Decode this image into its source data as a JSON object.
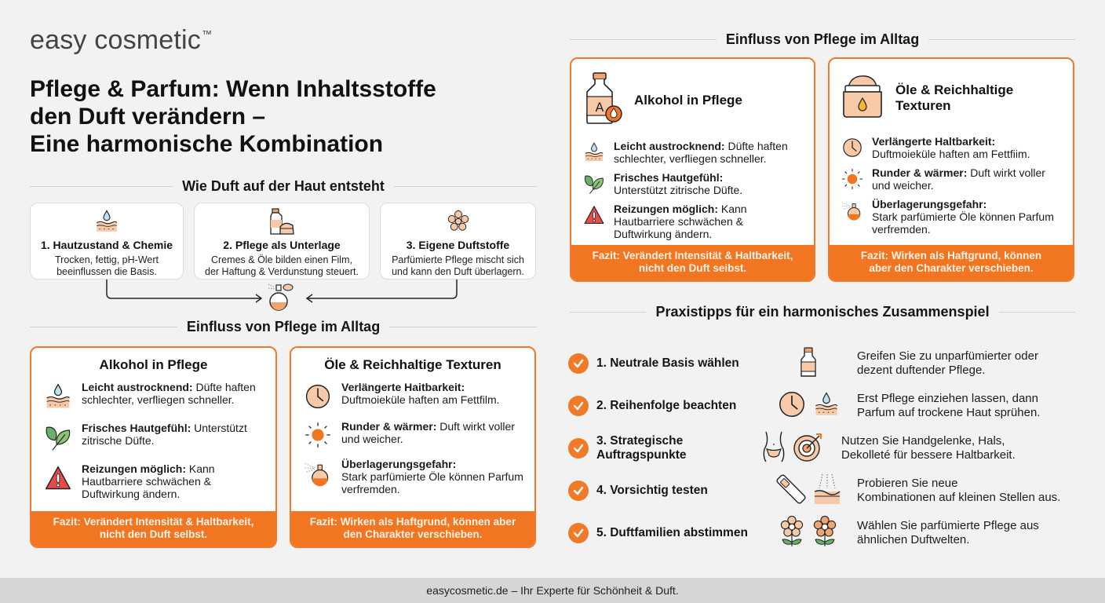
{
  "brand": {
    "name": "easy cosmetic",
    "tm": "™"
  },
  "title": {
    "line1": "Pflege & Parfum: Wenn Inhaltsstoffe",
    "line2": "den Duft verändern –",
    "line3": "Eine harmonische Kombination"
  },
  "section_skin": {
    "heading": "Wie Duft auf der Haut entsteht",
    "steps": [
      {
        "icon": "skin-drop-icon",
        "title": "1. Hautzustand & Chemie",
        "desc1": "Trocken, fettig, pH-Wert",
        "desc2": "beeinflussen die Basis."
      },
      {
        "icon": "lotion-bottle-cream-icon",
        "title": "2. Pflege als Unterlage",
        "desc1": "Cremes & Öle bilden einen Film,",
        "desc2": "der Haftung & Verdunstung steuert."
      },
      {
        "icon": "flower-icon",
        "title": "3. Eigene Duftstoffe",
        "desc1": "Parfümierte Pflege mischt sich",
        "desc2": "und kann den Duft überlagern."
      }
    ],
    "result_icon": "perfume-bottle-icon"
  },
  "section_influence_left": {
    "heading": "Einfluss von Pflege im Alltag",
    "cards": [
      {
        "title": "Alkohol in Pflege",
        "items": [
          {
            "icon": "dry-skin-drops-icon",
            "bold": "Leicht austrocknend:",
            "text": " Düfte haften schlechter, verfliegen schneller."
          },
          {
            "icon": "leaves-icon",
            "bold": "Frisches Hautgefühl:",
            "text": " Unterstützt zitrische Düfte."
          },
          {
            "icon": "warning-icon",
            "bold": "Reizungen möglich:",
            "text": " Kann Hautbarriere schwächen & Duftwirkung ändern."
          }
        ],
        "fazit1": "Fazit: Verändert Intensität & Haltbarkeit,",
        "fazit2": "nicht den Duft selbst."
      },
      {
        "title": "Öle & Reichhaltige Texturen",
        "items": [
          {
            "icon": "clock-icon",
            "bold": "Verlängerte Haitbarkeit:",
            "text": " Duftmoieküle haften am Fettfilm."
          },
          {
            "icon": "sun-icon",
            "bold": "Runder & wärmer:",
            "text": " Duft wirkt voller und weicher."
          },
          {
            "icon": "perfume-spray-icon",
            "bold": "Überlagerungsgefahr:",
            "text": " Stark parfümierte Öle können Parfum verfremden."
          }
        ],
        "fazit1": "Fazit: Wirken als Haftgrund, können aber",
        "fazit2": "den Charakter verschieben."
      }
    ]
  },
  "section_influence_right": {
    "heading": "Einfluss von Pflege im Alltag",
    "cards": [
      {
        "title": "Alkohol in Pflege",
        "header_icon": "alcohol-bottle-icon",
        "items": [
          {
            "icon": "dry-skin-drops-icon",
            "bold": "Leicht austrocknend:",
            "text": " Düfte haften schlechter, verfliegen schneller."
          },
          {
            "icon": "leaves-icon",
            "bold": "Frisches Hautgefühl:",
            "text": " Unterstützt zitrische Düfte."
          },
          {
            "icon": "warning-icon",
            "bold": "Reizungen möglich:",
            "text": " Kann Hautbarriere schwächen & Duftwirkung ändern."
          }
        ],
        "fazit1": "Fazit: Verändert Intensität & Haltbarkeit,",
        "fazit2": "nicht den Duft seibst."
      },
      {
        "title": "Öle & Reichhaltige Texturen",
        "header_icon": "cream-jar-icon",
        "items": [
          {
            "icon": "clock-icon",
            "bold": "Verlängerte Haltbarkeit:",
            "text": " Duftmoieküle haften am Fettfiim."
          },
          {
            "icon": "sun-icon",
            "bold": "Runder & wärmer:",
            "text": " Duft wirkt voller und weicher."
          },
          {
            "icon": "perfume-spray-icon",
            "bold": "Überlagerungsgefahr:",
            "text": " Stark parfümierte Öle können Parfum verfremden."
          }
        ],
        "fazit1": "Fazit: Wirken als Haftgrund, können",
        "fazit2": "aber den Charakter verschieben."
      }
    ]
  },
  "tips": {
    "heading": "Praxistipps für ein harmonisches Zusammenspiel",
    "items": [
      {
        "label": "1. Neutrale Basis wählen",
        "icons": [
          "bottle-icon"
        ],
        "desc1": "Greifen Sie zu unparfümierter oder",
        "desc2": "dezent duftender Pflege."
      },
      {
        "label": "2. Reihenfolge beachten",
        "icons": [
          "clock-icon",
          "skin-drop-icon"
        ],
        "desc1": "Erst Pflege einziehen lassen, dann",
        "desc2": "Parfum auf trockene Haut sprühen."
      },
      {
        "label": "3. Strategische Auftragspunkte",
        "icons": [
          "body-icon",
          "target-icon"
        ],
        "desc1": "Nutzen Sie Handgelenke, Hals,",
        "desc2": "Dekolleté für bessere Haltbarkeit."
      },
      {
        "label": "4. Vorsichtig testen",
        "icons": [
          "test-strip-icon",
          "skin-spray-icon"
        ],
        "desc1": "Probieren Sie neue",
        "desc2": "Kombinationen auf kleinen Stellen aus."
      },
      {
        "label": "5. Duftfamilien abstimmen",
        "icons": [
          "flower-icon",
          "flower-icon"
        ],
        "desc1": "Wählen Sie parfümierte Pflege aus",
        "desc2": "ähnlichen Duftwelten."
      }
    ]
  },
  "footer": {
    "text": "easycosmetic.de – Ihr Experte für Schönheit & Duft."
  },
  "colors": {
    "accent": "#f27521",
    "background": "#f2f2f2",
    "footer_bg": "#d6d6d6",
    "peach": "#f7c9a6"
  }
}
